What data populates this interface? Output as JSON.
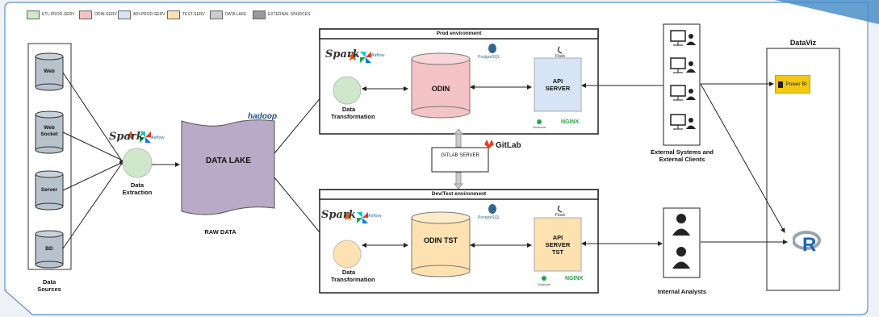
{
  "legend": [
    {
      "label": "ETL-PROD-SERV",
      "color": "#cfe8c9"
    },
    {
      "label": "ODIN-SERV",
      "color": "#f4c3c5"
    },
    {
      "label": "API-PROD-SERV",
      "color": "#d6e4f5"
    },
    {
      "label": "TEST-SERV",
      "color": "#fde1b0"
    },
    {
      "label": "DATA LAKE",
      "color": "#cccccc"
    },
    {
      "label": "EXTERNAL SOURCES",
      "color": "#9a9a9a"
    }
  ],
  "sources": {
    "items": [
      "Web",
      "Web Socket",
      "Server",
      "BD"
    ],
    "caption": "Data Sources"
  },
  "extraction": {
    "label": "Data Extraction"
  },
  "datalake": {
    "label": "DATA LAKE",
    "raw": "RAW DATA",
    "hadoop": "hadoop"
  },
  "logos": {
    "spark": "Spark",
    "airflow": "Airflow",
    "postgres": "PostgreSQL",
    "flask": "Flask",
    "gunicorn": "Gunicorn",
    "nginx": "NGINX",
    "gitlab": "GitLab"
  },
  "prod": {
    "title": "Prod environment",
    "transform": "Data Transformation",
    "db": "ODIN",
    "api": "API SERVER"
  },
  "test": {
    "title": "Dev/Test environment",
    "transform": "Data Transformation",
    "db": "ODIN TST",
    "api": "API SERVER TST"
  },
  "gitlab_server": {
    "label": "GITLAB SERVER"
  },
  "external": {
    "label": "External Systems and External Clients"
  },
  "internal": {
    "label": "Internal Analysts"
  },
  "dataviz": {
    "title": "DataViz",
    "powerbi": "Power BI",
    "r": "R"
  },
  "colors": {
    "etl": "#cfe8c9",
    "odin": "#f4c3c5",
    "api": "#d6e4f5",
    "test": "#fde1b0",
    "lake": "#b9aac8",
    "db_src": "#b7c2cc",
    "accent": "#4a8fc9"
  }
}
